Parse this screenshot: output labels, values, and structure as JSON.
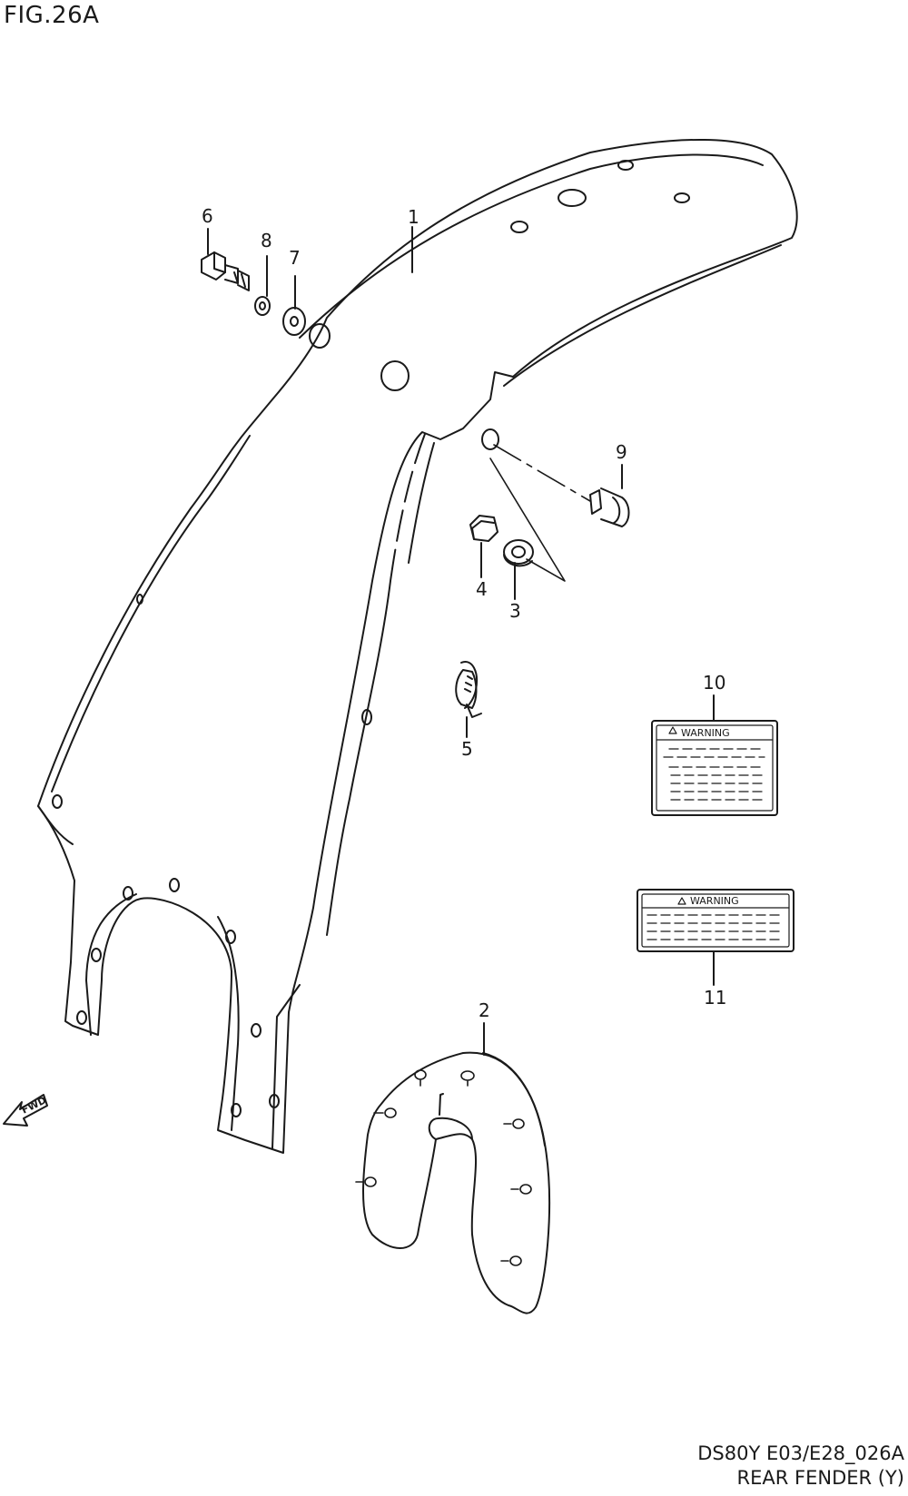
{
  "figure": {
    "title": "FIG.26A"
  },
  "footer": {
    "code": "DS80Y E03/E28_026A",
    "name": "REAR FENDER (Y)"
  },
  "parts": [
    {
      "ref": "1"
    },
    {
      "ref": "2"
    },
    {
      "ref": "3"
    },
    {
      "ref": "4"
    },
    {
      "ref": "5"
    },
    {
      "ref": "6"
    },
    {
      "ref": "7"
    },
    {
      "ref": "8"
    },
    {
      "ref": "9"
    },
    {
      "ref": "10"
    },
    {
      "ref": "11"
    }
  ],
  "labels": {
    "warning_text": "WARNING"
  },
  "direction": {
    "text": "FWD"
  }
}
